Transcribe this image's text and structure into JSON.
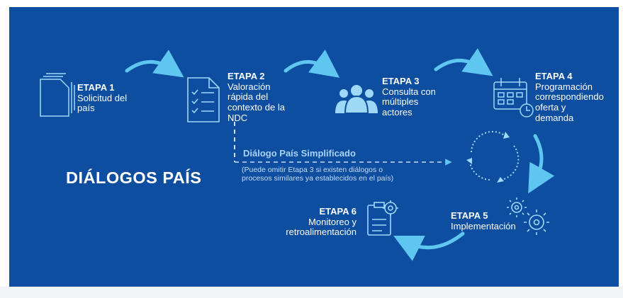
{
  "title": "DIÁLOGOS PAÍS",
  "stages": [
    {
      "title": "ETAPA 1",
      "lines": [
        "Solicitud del",
        "país"
      ]
    },
    {
      "title": "ETAPA 2",
      "lines": [
        "Valoración",
        "rápida del",
        "contexto de la",
        "NDC"
      ]
    },
    {
      "title": "ETAPA 3",
      "lines": [
        "Consulta con",
        "múltiples",
        "actores"
      ]
    },
    {
      "title": "ETAPA 4",
      "lines": [
        "Programación",
        "correspondiendo",
        "oferta y",
        "demanda"
      ]
    },
    {
      "title": "ETAPA 5",
      "lines": [
        "Implementación"
      ]
    },
    {
      "title": "ETAPA 6",
      "lines": [
        "Monitoreo y",
        "retroalimentación"
      ]
    }
  ],
  "simplified": {
    "label": "Diálogo País Simplificado",
    "note_lines": [
      "(Puede omitir Etapa 3 si existen diálogos o",
      "procesos similares ya establecidos en el país)"
    ]
  },
  "colors": {
    "background": "#0d4ea0",
    "accent": "#5fc6f2",
    "icon": "#9ed8f7",
    "text": "#ffffff"
  }
}
